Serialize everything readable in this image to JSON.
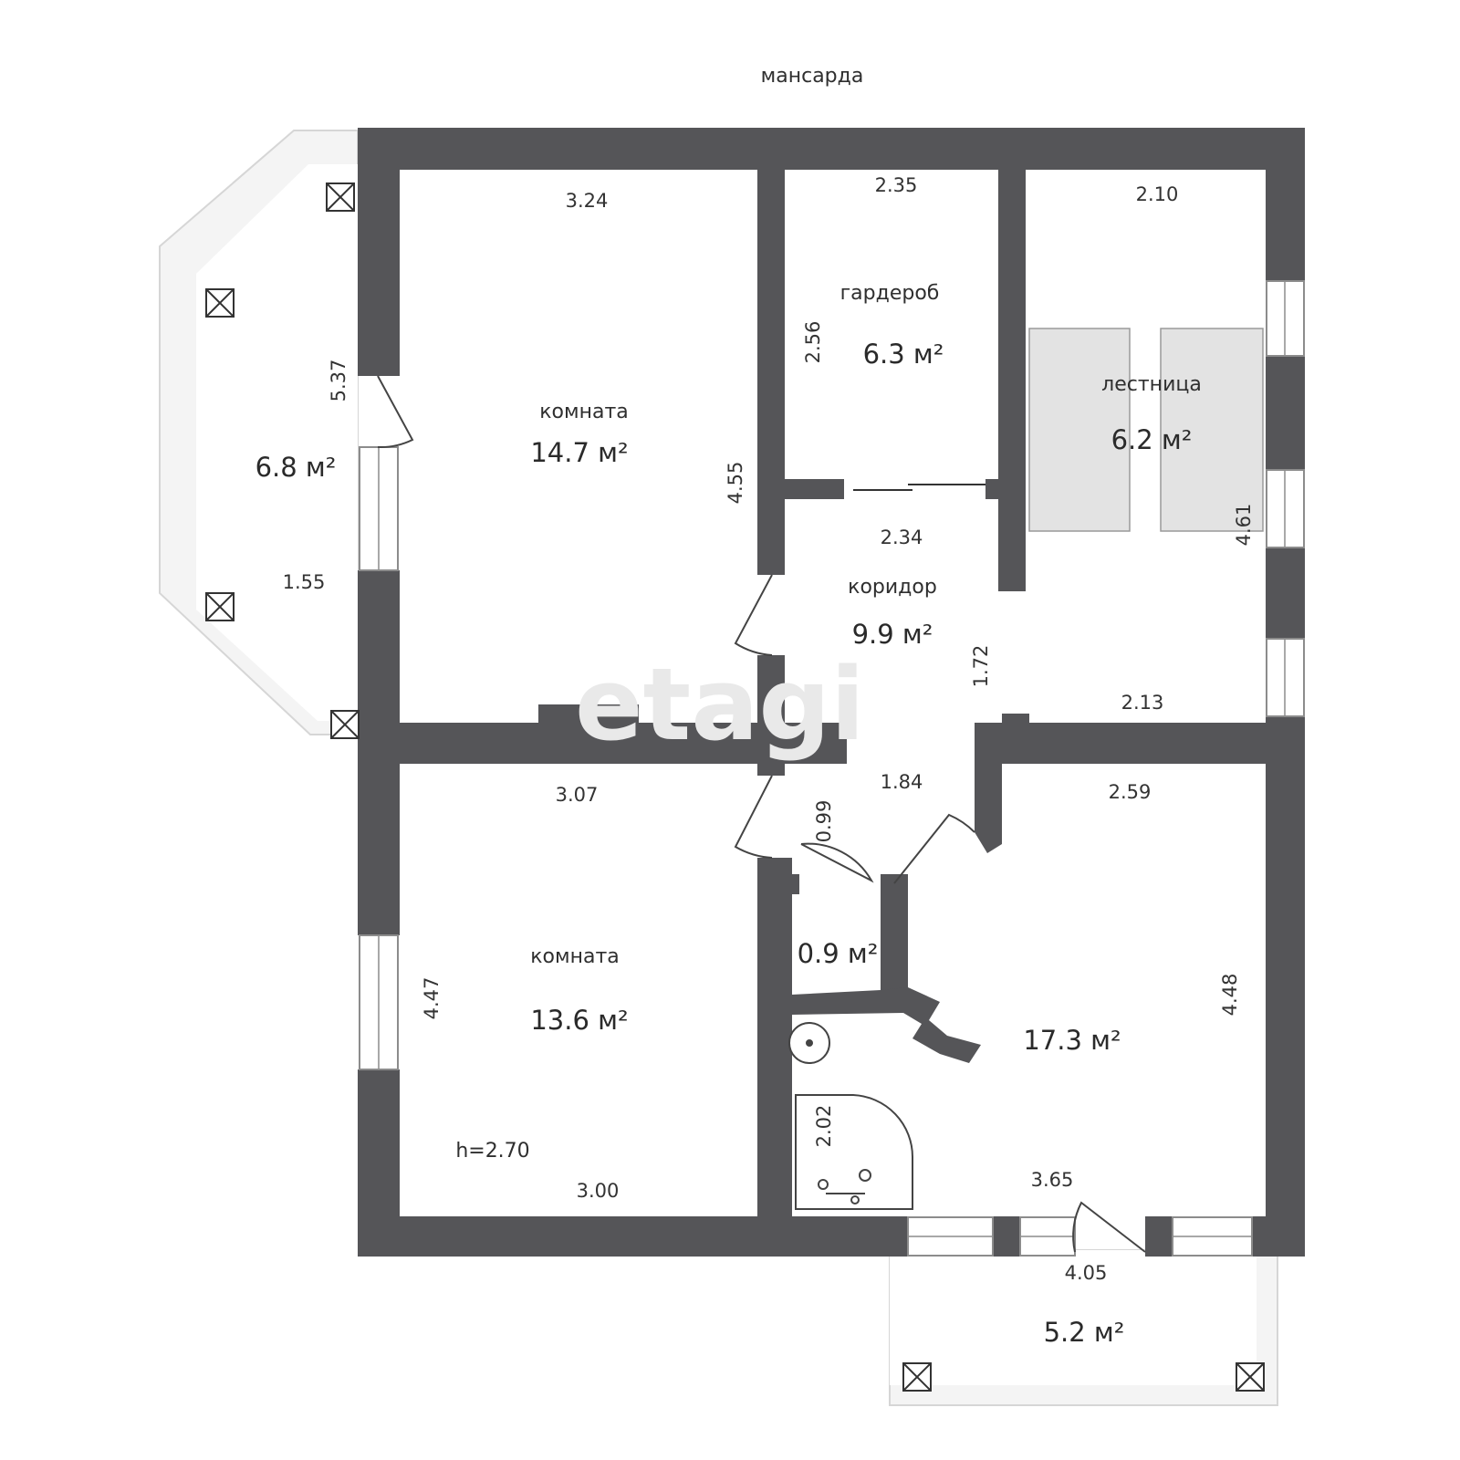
{
  "floor_title": "мансарда",
  "watermark": "etagi",
  "rooms": {
    "room_top_left": {
      "label": "комната",
      "area": "14.7 м²"
    },
    "wardrobe": {
      "label": "гардероб",
      "area": "6.3 м²"
    },
    "stairs": {
      "label": "лестница",
      "area": "6.2 м²"
    },
    "corridor": {
      "label": "коридор",
      "area": "9.9 м²"
    },
    "balcony_left": {
      "area": "6.8 м²"
    },
    "room_bottom_left": {
      "label": "комната",
      "area": "13.6 м²"
    },
    "bathroom_small": {
      "area": "0.9 м²"
    },
    "room_bottom_right": {
      "area": "17.3 м²"
    },
    "balcony_bottom": {
      "area": "5.2 м²"
    }
  },
  "ceiling_height": "h=2.70",
  "dimensions": {
    "d_3_24": "3.24",
    "d_2_35": "2.35",
    "d_2_10": "2.10",
    "d_5_37": "5.37",
    "d_1_55": "1.55",
    "d_2_56": "2.56",
    "d_4_55": "4.55",
    "d_2_34": "2.34",
    "d_4_61": "4.61",
    "d_1_72": "1.72",
    "d_2_13": "2.13",
    "d_3_07": "3.07",
    "d_1_84": "1.84",
    "d_2_59": "2.59",
    "d_0_99": "0.99",
    "d_4_47": "4.47",
    "d_4_48": "4.48",
    "d_2_02": "2.02",
    "d_3_00": "3.00",
    "d_3_65": "3.65",
    "d_4_05": "4.05"
  }
}
